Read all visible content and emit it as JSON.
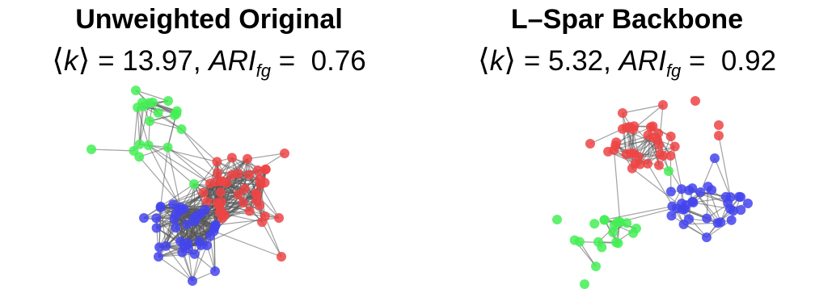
{
  "colors": {
    "red": "#ee4444",
    "green": "#44ee55",
    "blue": "#4444ee",
    "edge": "#555555"
  },
  "panels": [
    {
      "title": "Unweighted Original",
      "subtitle": {
        "k_symbol": "k",
        "k_value": "13.97",
        "ari_label": "ARI",
        "ari_sub": "fg",
        "ari_value": "0.76"
      }
    },
    {
      "title": "L–Spar Backbone",
      "subtitle": {
        "k_symbol": "k",
        "k_value": "5.32",
        "ari_label": "ARI",
        "ari_sub": "fg",
        "ari_value": "0.92"
      }
    }
  ]
}
